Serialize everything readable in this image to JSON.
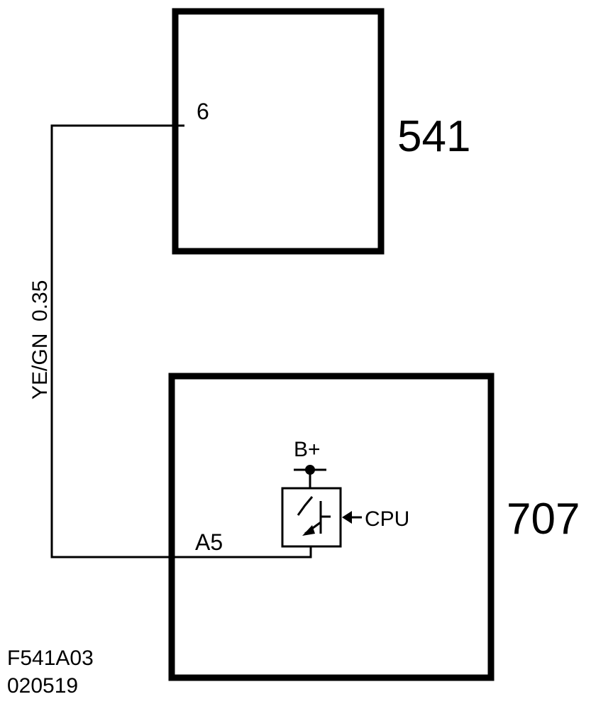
{
  "components": {
    "upper": {
      "id": "541",
      "pin": "6"
    },
    "lower": {
      "id": "707",
      "pin": "A5",
      "supply": "B+",
      "control": "CPU"
    }
  },
  "wire": {
    "label": "YE/GN  0.35"
  },
  "figure": {
    "code": "F541A03",
    "date": "020519"
  },
  "colors": {
    "ink": "#000000",
    "paper": "#ffffff"
  }
}
